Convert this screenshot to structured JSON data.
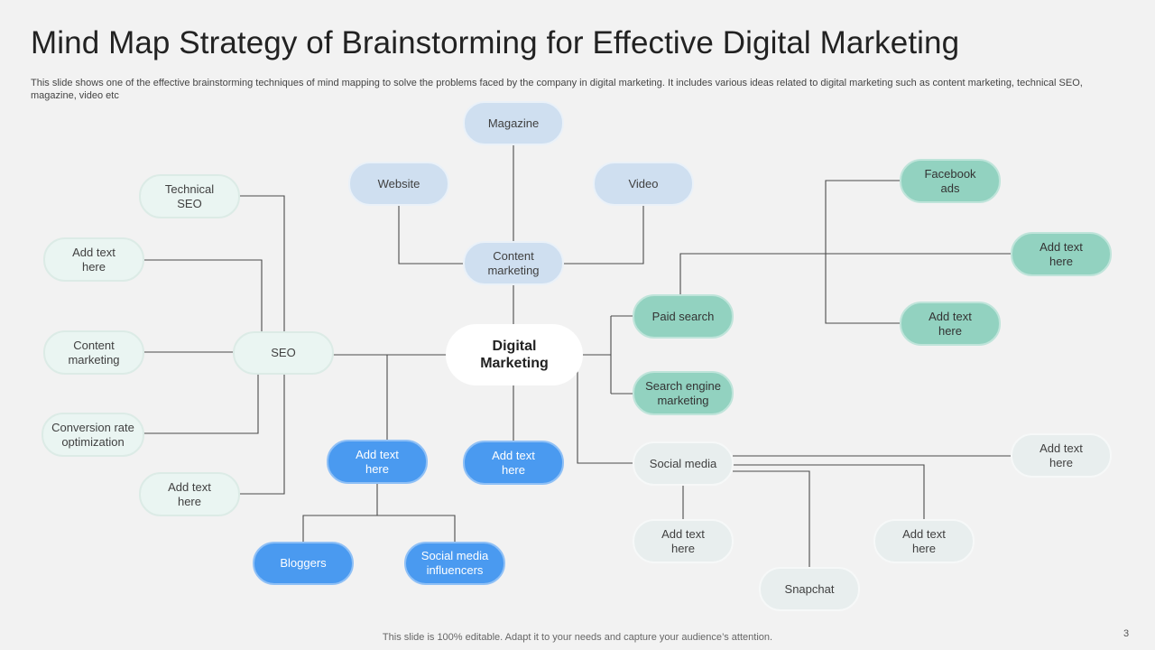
{
  "title": "Mind Map Strategy of Brainstorming for Effective Digital Marketing",
  "subtitle": "This slide shows one of the effective brainstorming techniques of mind mapping to solve the problems faced by the company in digital marketing. It includes various ideas related to digital marketing such as content marketing, technical SEO, magazine, video etc",
  "mindmap": {
    "center": "Digital\nMarketing",
    "content_branch": {
      "content_marketing": "Content\nmarketing",
      "magazine": "Magazine",
      "website": "Website",
      "video": "Video"
    },
    "seo_branch": {
      "seo": "SEO",
      "technical_seo": "Technical\nSEO",
      "add_text_1": "Add text\nhere",
      "content_marketing": "Content\nmarketing",
      "conversion_rate": "Conversion  rate\noptimization",
      "add_text_2": "Add text\nhere"
    },
    "lower_branch": {
      "add_text_left": "Add text\nhere",
      "add_text_center": "Add text\nhere",
      "bloggers": "Bloggers",
      "social_media_influencers": "Social media\ninfluencers"
    },
    "paid_branch": {
      "paid_search": "Paid search",
      "search_engine_marketing": "Search engine\nmarketing",
      "facebook_ads": "Facebook\nads",
      "add_text_right": "Add text\nhere",
      "add_text_mid": "Add text\nhere"
    },
    "social_branch": {
      "social_media": "Social media",
      "add_text_far_right": "Add text\nhere",
      "add_text_below": "Add text\nhere",
      "snapchat": "Snapchat",
      "add_text_right_below": "Add text\nhere"
    }
  },
  "footer": "This slide is 100% editable. Adapt it to your needs and capture your audience’s attention.",
  "page_number": "3"
}
